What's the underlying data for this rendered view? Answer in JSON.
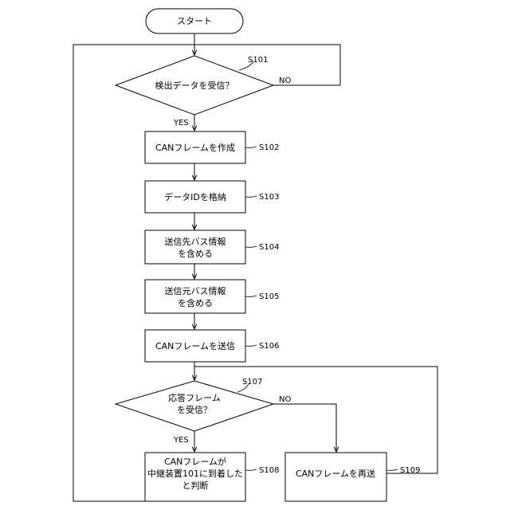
{
  "flowchart": {
    "start": "スタート",
    "s101": {
      "step": "S101",
      "text": "検出データを受信？"
    },
    "s102": {
      "step": "S102",
      "text": "CANフレームを作成"
    },
    "s103": {
      "step": "S103",
      "text": "データIDを格納"
    },
    "s104": {
      "step": "S104",
      "line1": "送信先バス情報",
      "line2": "を含める"
    },
    "s105": {
      "step": "S105",
      "line1": "送信元バス情報",
      "line2": "を含める"
    },
    "s106": {
      "step": "S106",
      "text": "CANフレームを送信"
    },
    "s107": {
      "step": "S107",
      "line1": "応答フレーム",
      "line2": "を受信？"
    },
    "s108": {
      "step": "S108",
      "line1": "CANフレームが",
      "line2": "中継装置101に到着した",
      "line3": "と判断"
    },
    "s109": {
      "step": "S109",
      "text": "CANフレームを再送"
    },
    "labels": {
      "yes": "YES",
      "no": "NO"
    }
  }
}
